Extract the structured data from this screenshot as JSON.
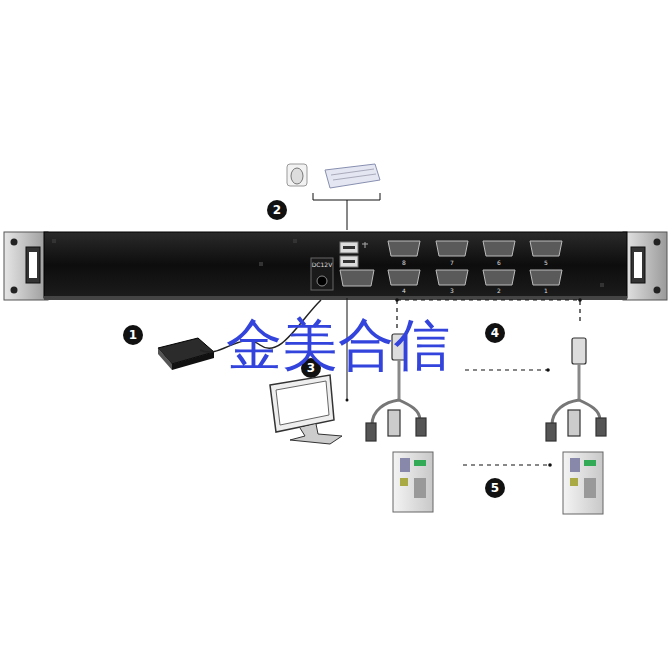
{
  "diagram": {
    "labels": [
      "1",
      "2",
      "3",
      "4",
      "5",
      "金美合信",
      "DC12V",
      "8",
      "7",
      "6",
      "5",
      "4",
      "3",
      "2",
      "1"
    ]
  }
}
